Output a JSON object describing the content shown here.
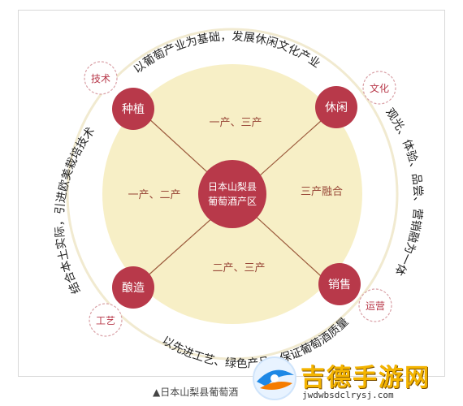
{
  "center": {
    "line1": "日本山梨县",
    "line2": "葡萄酒产区"
  },
  "nodes": {
    "top_left": "种植",
    "top_right": "休闲",
    "bottom_left": "酿造",
    "bottom_right": "销售"
  },
  "outer_tags": {
    "top_left": "技术",
    "top_right": "文化",
    "bottom_left": "工艺",
    "bottom_right": "运营"
  },
  "sectors": {
    "top": "一产、三产",
    "left": "一产、二产",
    "right": "三产融合",
    "bottom": "二产、三产"
  },
  "arcs": {
    "top": "以葡萄产业为基础，发展休闲文化产业",
    "right": "观光、体验、品尝、营销融为一体",
    "bottom": "以先进工艺、绿色产品，保证葡萄酒质量",
    "left": "结合本土实际，引进欧美栽培技术"
  },
  "caption": "▲日本山梨县葡萄酒",
  "watermark": {
    "text": "吉德手游网",
    "url": "jwdwbsdclrysj.com"
  },
  "colors": {
    "node_fill": "#b8394a",
    "inner_fill": "#f7efc6",
    "sector_text": "#9a4a3a",
    "tag_text": "#b8394a",
    "ring": "#f1ead0"
  }
}
